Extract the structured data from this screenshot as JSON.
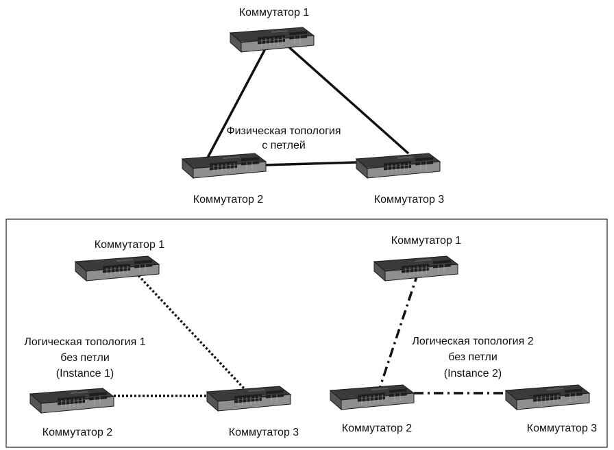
{
  "physical": {
    "switch1_label": "Коммутатор 1",
    "switch2_label": "Коммутатор 2",
    "switch3_label": "Коммутатор 3",
    "caption_line1": "Физическая топология",
    "caption_line2": "с петлей"
  },
  "logical1": {
    "switch1_label": "Коммутатор 1",
    "switch2_label": "Коммутатор 2",
    "switch3_label": "Коммутатор 3",
    "caption_line1": "Логическая топология 1",
    "caption_line2": "без петли",
    "caption_line3": "(Instance 1)"
  },
  "logical2": {
    "switch1_label": "Коммутатор 1",
    "switch2_label": "Коммутатор 2",
    "switch3_label": "Коммутатор 3",
    "caption_line1": "Логическая топология 2",
    "caption_line2": "без петли",
    "caption_line3": "(Instance 2)"
  },
  "colors": {
    "device_dark": "#2b2b2b",
    "device_front": "#9a9a9a",
    "link": "#111111"
  }
}
